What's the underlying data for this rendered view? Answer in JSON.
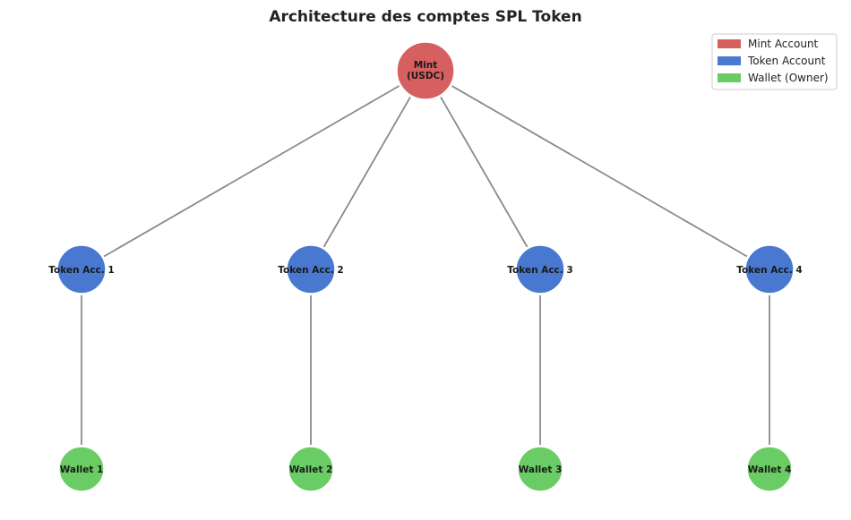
{
  "title": "Architecture des comptes SPL Token",
  "colors": {
    "mint": "#d65f5f",
    "token": "#4878d0",
    "wallet": "#6acc64",
    "edge": "#8a8a8a"
  },
  "legend": [
    {
      "label": "Mint Account",
      "kind": "mint"
    },
    {
      "label": "Token Account",
      "kind": "token"
    },
    {
      "label": "Wallet (Owner)",
      "kind": "wallet"
    }
  ],
  "nodes": {
    "mint": {
      "line1": "Mint",
      "line2": "(USDC)"
    },
    "token_accounts": [
      "Token Acc. 1",
      "Token Acc. 2",
      "Token Acc. 3",
      "Token Acc. 4"
    ],
    "wallets": [
      "Wallet 1",
      "Wallet 2",
      "Wallet 3",
      "Wallet 4"
    ]
  }
}
